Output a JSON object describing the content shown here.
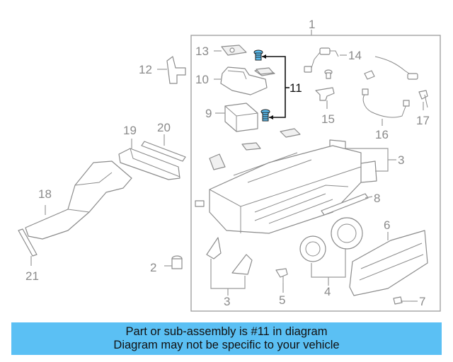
{
  "callouts": {
    "c1": "1",
    "c2": "2",
    "c3a": "3",
    "c3b": "3",
    "c4": "4",
    "c5": "5",
    "c6": "6",
    "c7": "7",
    "c8": "8",
    "c9": "9",
    "c10": "10",
    "c11": "11",
    "c12": "12",
    "c13": "13",
    "c14": "14",
    "c15": "15",
    "c16": "16",
    "c17": "17",
    "c18": "18",
    "c19": "19",
    "c20": "20",
    "c21": "21"
  },
  "highlight": {
    "part_number": "11",
    "color": "#5bc0f4"
  },
  "banner": {
    "line1": "Part or sub-assembly is #11 in diagram",
    "line2": "Diagram may not be specific to your vehicle",
    "background": "#5bc0f4"
  }
}
